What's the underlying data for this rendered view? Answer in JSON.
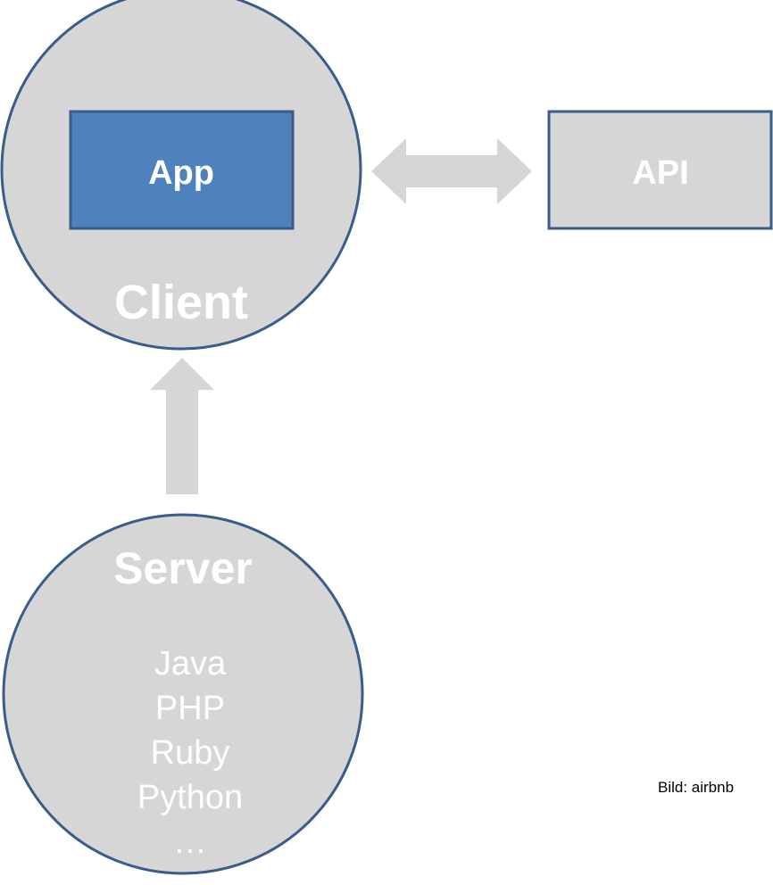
{
  "client": {
    "label": "Client",
    "app_label": "App"
  },
  "api": {
    "label": "API"
  },
  "server": {
    "label": "Server",
    "languages": [
      "Java",
      "PHP",
      "Ruby",
      "Python",
      "…"
    ]
  },
  "credit": "Bild: airbnb",
  "colors": {
    "circle_fill": "#d6d6d6",
    "outline": "#3b5b8a",
    "app_fill": "#4f81bd",
    "arrow": "#d6d6d6",
    "text": "#ffffff"
  }
}
